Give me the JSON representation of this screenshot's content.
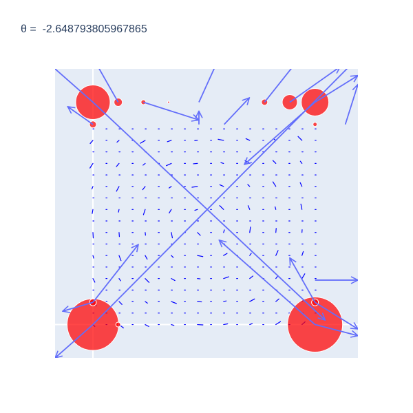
{
  "chart_data": {
    "type": "scatter",
    "title": "θ =  -2.648793805967865",
    "xlabel": "",
    "ylabel": "",
    "xlim": [
      -0.15,
      1.05
    ],
    "ylim": [
      -0.15,
      1.15
    ],
    "grid": true,
    "zero_lines": true,
    "legend": false,
    "colors": {
      "plot_bg": "#e5ecf6",
      "grid": "#ffffff",
      "arrow": "#636efa",
      "marker": "#ff0000",
      "small_arrow": "#0000ff",
      "title": "#2a3f5f"
    },
    "grid_range": [
      0,
      0.88
    ],
    "grid_n": 18,
    "markers": [
      {
        "x": 0.0,
        "y": 1.0,
        "size": 50
      },
      {
        "x": 0.1,
        "y": 1.0,
        "size": 12
      },
      {
        "x": 0.2,
        "y": 1.0,
        "size": 7
      },
      {
        "x": 0.3,
        "y": 1.0,
        "size": 3
      },
      {
        "x": 0.68,
        "y": 1.0,
        "size": 9
      },
      {
        "x": 0.78,
        "y": 1.0,
        "size": 22
      },
      {
        "x": 0.88,
        "y": 1.0,
        "size": 40
      },
      {
        "x": 0.0,
        "y": 0.9,
        "size": 10
      },
      {
        "x": 0.88,
        "y": 0.9,
        "size": 6
      },
      {
        "x": 0.0,
        "y": 0.0,
        "size": 75
      },
      {
        "x": 0.1,
        "y": 0.0,
        "size": 7
      },
      {
        "x": 0.0,
        "y": 0.1,
        "size": 10
      },
      {
        "x": 0.88,
        "y": 0.0,
        "size": 80
      },
      {
        "x": 0.88,
        "y": 0.1,
        "size": 10
      }
    ],
    "arrows": [
      {
        "x0": 0.0,
        "y0": 1.0,
        "x1": -0.18,
        "y1": 1.18
      },
      {
        "x0": 0.0,
        "y0": 1.0,
        "x1": 0.92,
        "y1": 0.02
      },
      {
        "x0": 0.0,
        "y0": 0.0,
        "x1": 1.05,
        "y1": 1.2
      },
      {
        "x0": 0.0,
        "y0": 0.0,
        "x1": -0.15,
        "y1": -0.15
      },
      {
        "x0": 0.88,
        "y0": 0.0,
        "x1": 0.5,
        "y1": 0.38
      },
      {
        "x0": 0.88,
        "y0": 0.0,
        "x1": 1.05,
        "y1": -0.05
      },
      {
        "x0": 0.88,
        "y0": 1.0,
        "x1": 0.6,
        "y1": 0.72
      },
      {
        "x0": 0.88,
        "y0": 1.0,
        "x1": 1.05,
        "y1": 1.12
      },
      {
        "x0": 0.0,
        "y0": 0.1,
        "x1": -0.12,
        "y1": 0.06
      },
      {
        "x0": 0.0,
        "y0": 0.1,
        "x1": 0.18,
        "y1": 0.36
      },
      {
        "x0": 0.0,
        "y0": 0.9,
        "x1": -0.1,
        "y1": 0.98
      },
      {
        "x0": 0.1,
        "y0": 1.0,
        "x1": 0.0,
        "y1": 1.2
      },
      {
        "x0": 0.2,
        "y0": 1.0,
        "x1": 0.42,
        "y1": 0.92
      },
      {
        "x0": 0.42,
        "y0": 1.0,
        "x1": 0.5,
        "y1": 1.2
      },
      {
        "x0": 0.68,
        "y0": 1.0,
        "x1": 0.82,
        "y1": 1.2
      },
      {
        "x0": 0.78,
        "y0": 1.0,
        "x1": 0.98,
        "y1": 1.16
      },
      {
        "x0": 0.52,
        "y0": 0.9,
        "x1": 0.62,
        "y1": 1.02
      },
      {
        "x0": 0.42,
        "y0": 0.9,
        "x1": 0.42,
        "y1": 0.96
      },
      {
        "x0": 0.88,
        "y0": 0.1,
        "x1": 0.78,
        "y1": 0.3
      },
      {
        "x0": 0.88,
        "y0": 0.1,
        "x1": 1.05,
        "y1": -0.02
      },
      {
        "x0": 0.88,
        "y0": 0.2,
        "x1": 1.05,
        "y1": 0.2
      },
      {
        "x0": 1.0,
        "y0": 0.9,
        "x1": 1.05,
        "y1": 1.08
      }
    ]
  }
}
